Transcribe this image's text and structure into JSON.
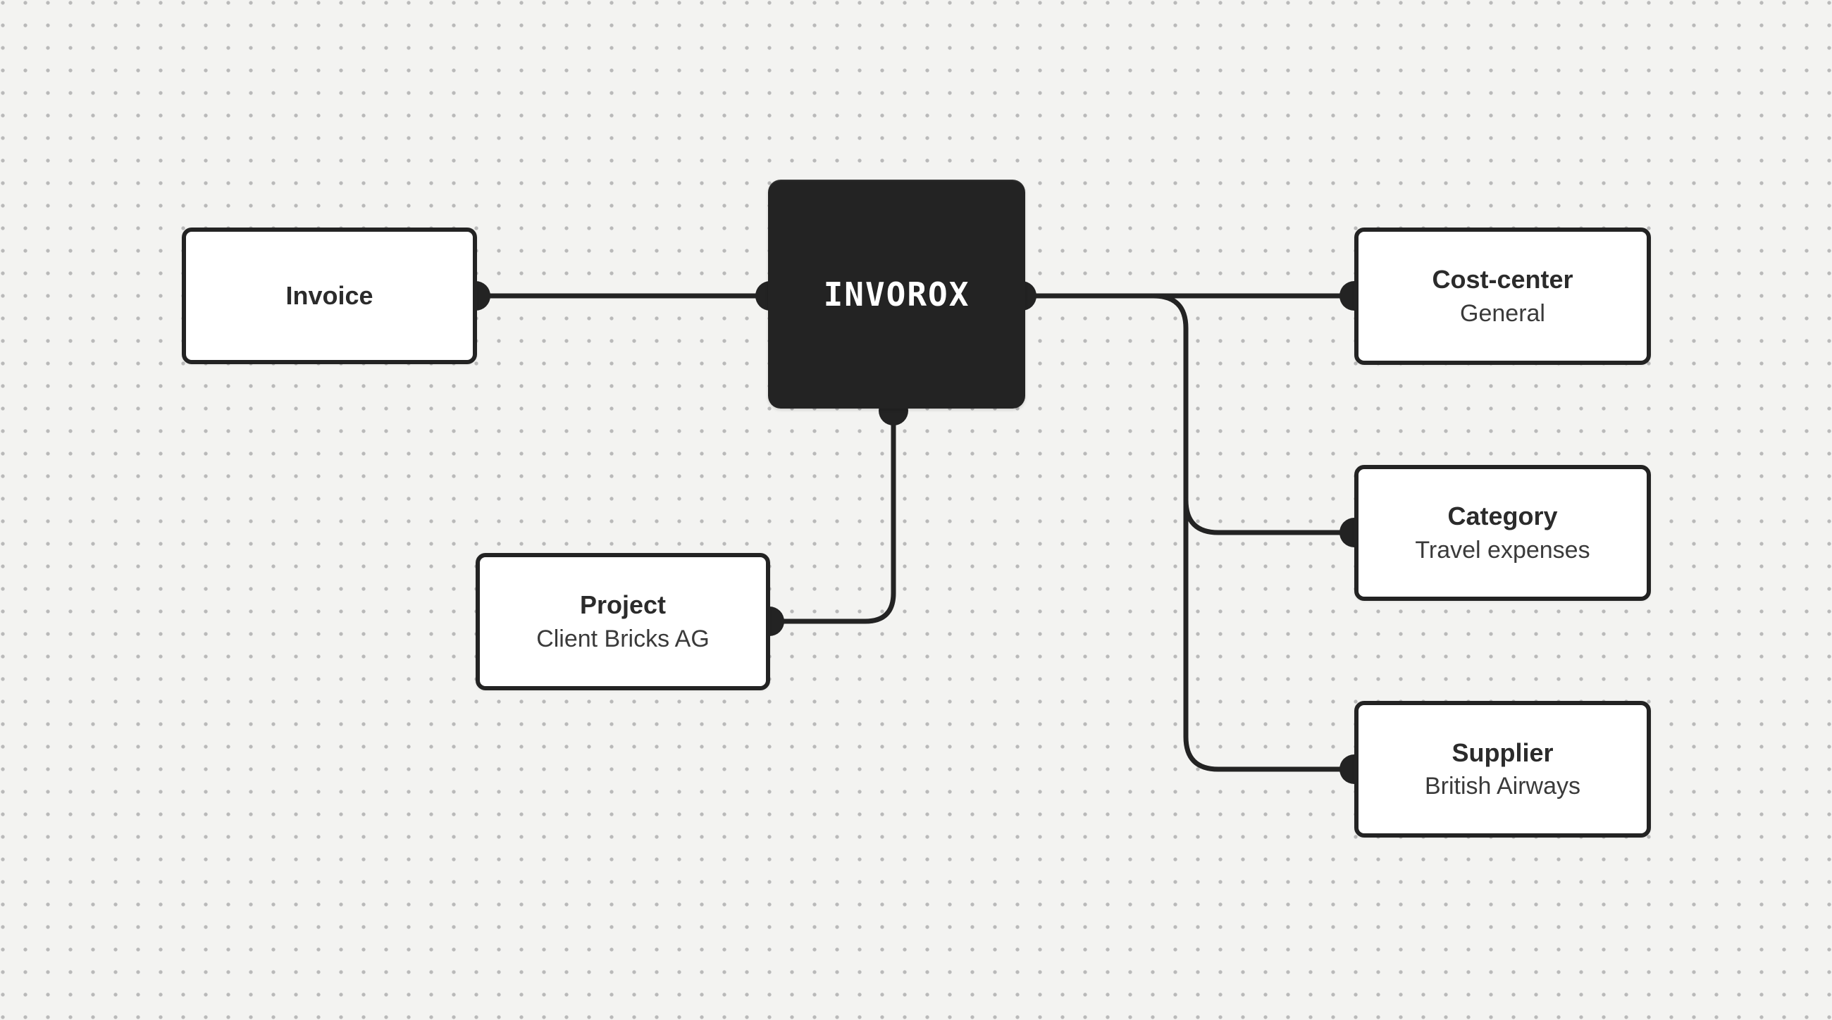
{
  "canvas": {
    "background_color": "#f3f3f1",
    "dot_color": "#b9b9b9",
    "line_color": "#232323",
    "node_border_color": "#232323",
    "node_fill_color": "#ffffff",
    "center_node_color": "#232323"
  },
  "center_node": {
    "label": "INVOROX",
    "text_color": "#ffffff"
  },
  "nodes": {
    "invoice": {
      "title": "Invoice"
    },
    "cost_center": {
      "title": "Cost-center",
      "subtitle": "General"
    },
    "category": {
      "title": "Category",
      "subtitle": "Travel expenses"
    },
    "supplier": {
      "title": "Supplier",
      "subtitle": "British Airways"
    },
    "project": {
      "title": "Project",
      "subtitle": "Client Bricks AG"
    }
  }
}
